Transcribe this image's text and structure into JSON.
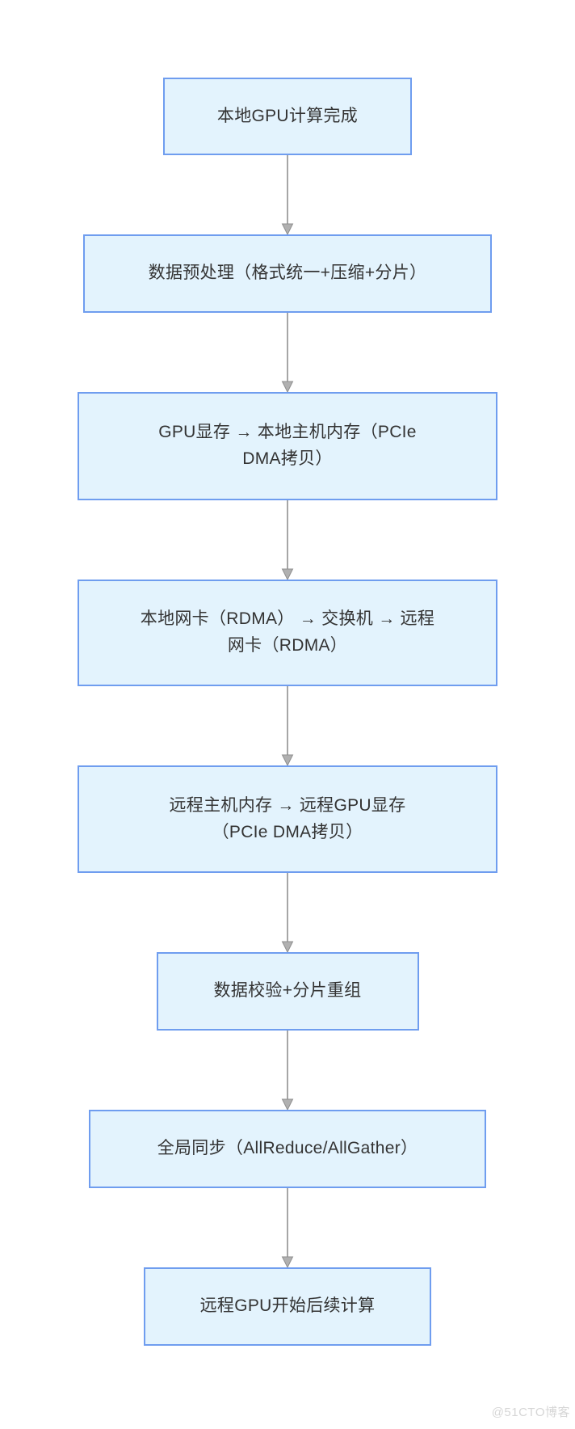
{
  "page": {
    "background": "#ffffff"
  },
  "diagram": {
    "type": "flowchart",
    "direction": "top-down",
    "nodes": [
      {
        "label": "本地GPU计算完成"
      },
      {
        "label": "数据预处理（格式统一+压缩+分片）"
      },
      {
        "label": "GPU显存 → 本地主机内存（PCIe\nDMA拷贝）"
      },
      {
        "label": "本地网卡（RDMA） → 交换机 → 远程\n网卡（RDMA）"
      },
      {
        "label": "远程主机内存 → 远程GPU显存\n（PCIe DMA拷贝）"
      },
      {
        "label": "数据校验+分片重组"
      },
      {
        "label": "全局同步（AllReduce/AllGather）"
      },
      {
        "label": "远程GPU开始后续计算"
      }
    ],
    "edges": [
      [
        0,
        1
      ],
      [
        1,
        2
      ],
      [
        2,
        3
      ],
      [
        3,
        4
      ],
      [
        4,
        5
      ],
      [
        5,
        6
      ],
      [
        6,
        7
      ]
    ],
    "colors": {
      "node_fill": "#E3F3FD",
      "node_border": "#6F9DEF",
      "arrow_line": "#A6A6A6",
      "arrow_head_fill": "#B0B0B0",
      "arrow_head_stroke": "#8F8F8F",
      "label_text": "#333333",
      "watermark_text": "#D6D6D6"
    }
  },
  "watermark": {
    "text": "@51CTO博客"
  }
}
